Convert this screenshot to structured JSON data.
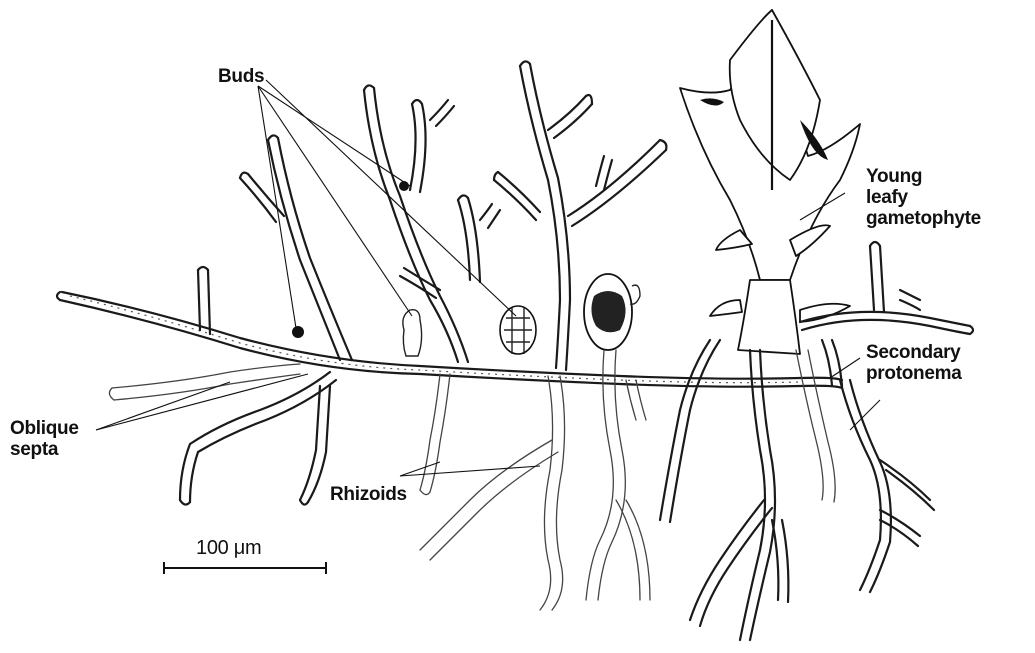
{
  "labels": {
    "buds": "Buds",
    "young_leafy_gametophyte": [
      "Young",
      "leafy",
      "gametophyte"
    ],
    "secondary_protonema": [
      "Secondary",
      "protonema"
    ],
    "oblique_septa": [
      "Oblique",
      "septa"
    ],
    "rhizoids": "Rhizoids",
    "scale_bar": "100 μm"
  },
  "colors": {
    "ink": "#111111",
    "background": "#ffffff"
  }
}
